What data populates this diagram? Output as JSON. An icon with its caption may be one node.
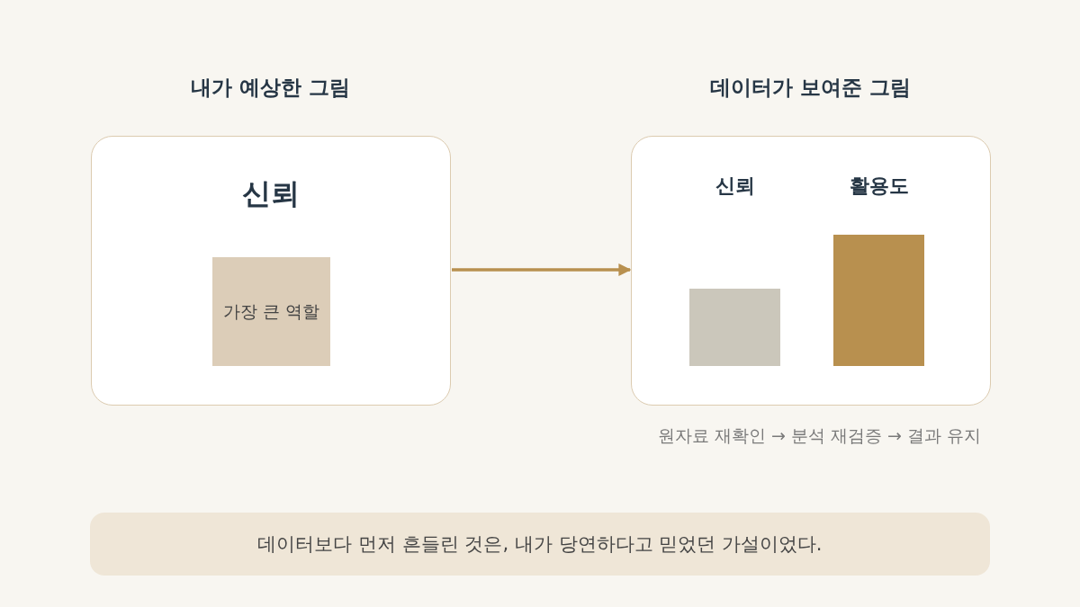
{
  "diagram": {
    "nodes": [
      {
        "text": [
          "내가 예상한 그림",
          "신뢰"
        ]
      },
      {
        "text": [
          "가장 큰 역할"
        ],
        "in": 0
      },
      {
        "text": [
          "데이터가 보여준 그림"
        ],
        "beside": [
          "원자료 재확인 → 분석 재검증 → 결과 유지"
        ]
      },
      {
        "text": [
          "신뢰"
        ],
        "in": 2
      },
      {
        "text": [
          "활용도"
        ],
        "in": 2
      },
      {
        "text": [
          "데이터보다 먼저 흔들린 것은, 내가 당연하다고 믿었던 가설이었다."
        ]
      }
    ],
    "edges": [
      {
        "from": 0,
        "to": 2,
        "arrow": "to"
      }
    ]
  }
}
